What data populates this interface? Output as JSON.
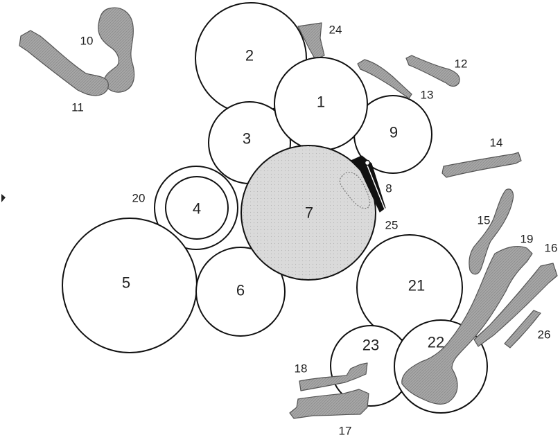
{
  "colors": {
    "bone_fill": "#a8a8a8",
    "highlight_fill": "#dcdcdc",
    "outline": "#111111"
  },
  "labels": {
    "n1": "1",
    "n2": "2",
    "n3": "3",
    "n4": "4",
    "n5": "5",
    "n6": "6",
    "n7": "7",
    "n8": "8",
    "n9": "9",
    "n10": "10",
    "n11": "11",
    "n12": "12",
    "n13": "13",
    "n14": "14",
    "n15": "15",
    "n16": "16",
    "n17": "17",
    "n18": "18",
    "n19": "19",
    "n20": "20",
    "n21": "21",
    "n22": "22",
    "n23": "23",
    "n24": "24",
    "n25": "25",
    "n26": "26"
  }
}
